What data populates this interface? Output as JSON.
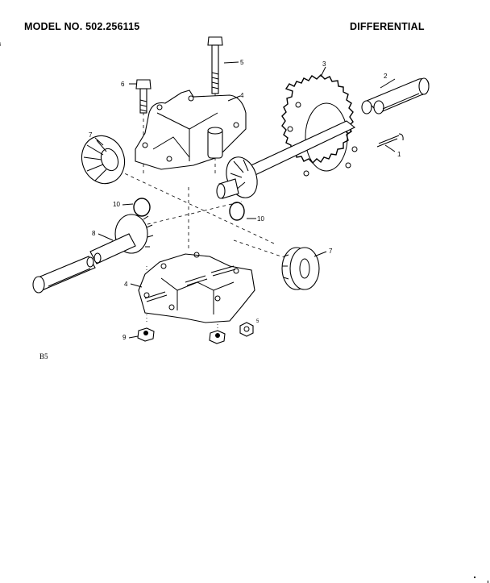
{
  "header": {
    "model": "MODEL NO. 502.256115",
    "section": "DIFFERENTIAL"
  },
  "figure_code": "B5",
  "margin_mark": "i",
  "callouts": [
    {
      "id": "1",
      "part": "key"
    },
    {
      "id": "2",
      "part": "axle-right"
    },
    {
      "id": "3",
      "part": "sprocket"
    },
    {
      "id": "4",
      "part": "housing-half-upper"
    },
    {
      "id": "4",
      "part": "housing-half-lower"
    },
    {
      "id": "5",
      "part": "bolt-long"
    },
    {
      "id": "6",
      "part": "bolt-short"
    },
    {
      "id": "7",
      "part": "bevel-gear-left"
    },
    {
      "id": "7",
      "part": "bevel-gear-right"
    },
    {
      "id": "8",
      "part": "axle-left"
    },
    {
      "id": "9",
      "part": "hex-nut"
    },
    {
      "id": "10",
      "part": "retaining-ring-left"
    },
    {
      "id": "10",
      "part": "retaining-ring-right"
    },
    {
      "id": "5",
      "part": "hex-nut-small"
    }
  ]
}
